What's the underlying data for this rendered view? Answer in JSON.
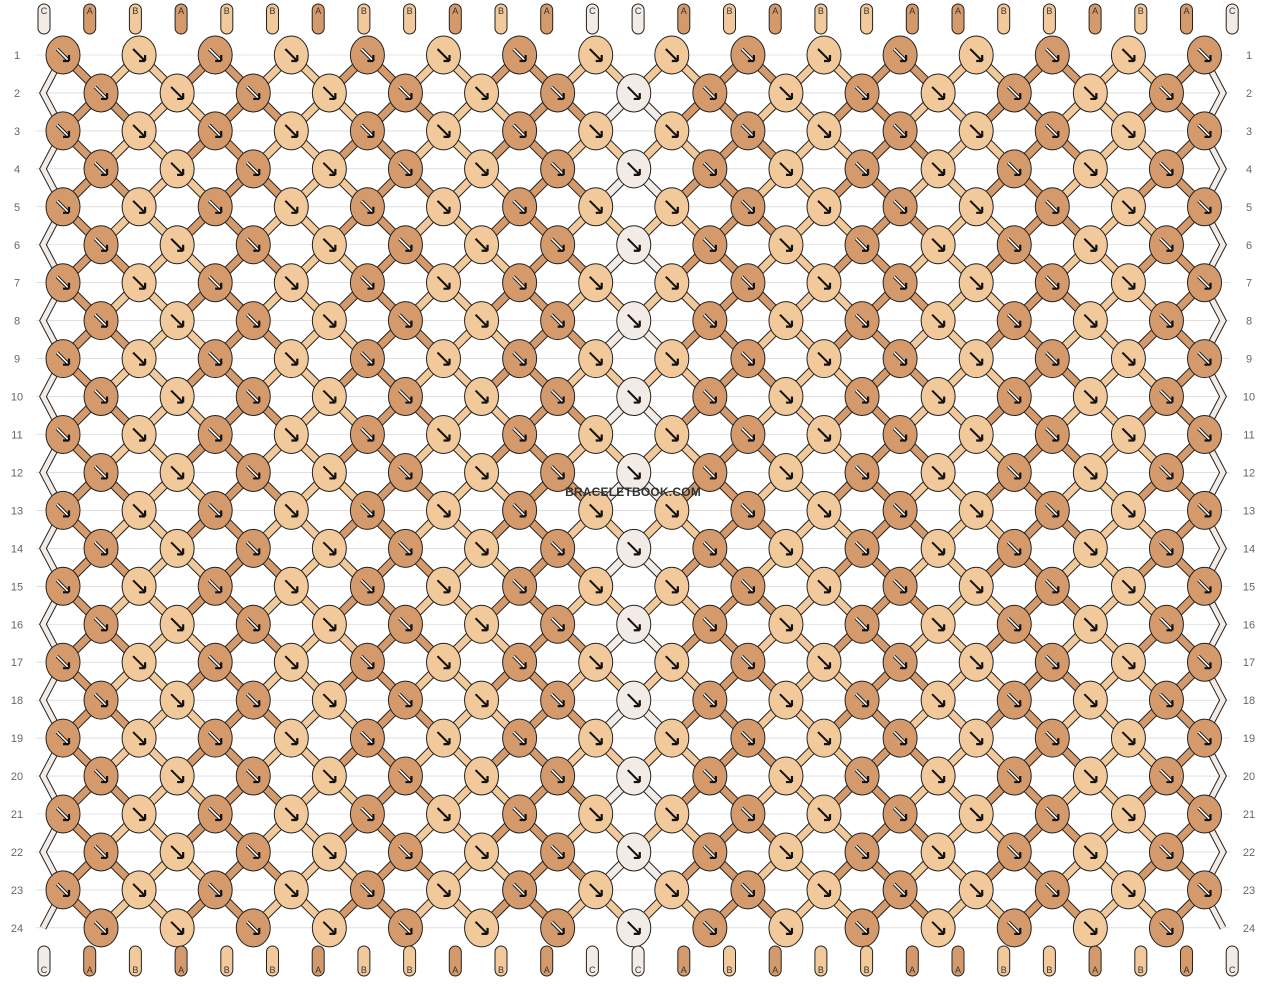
{
  "watermark": "BRACELETBOOK.COM",
  "row_labels": [
    "1",
    "2",
    "3",
    "4",
    "5",
    "6",
    "7",
    "8",
    "9",
    "10",
    "11",
    "12",
    "13",
    "14",
    "15",
    "16",
    "17",
    "18",
    "19",
    "20",
    "21",
    "22",
    "23",
    "24"
  ],
  "top_strands": [
    "C",
    "A",
    "B",
    "A",
    "B",
    "B",
    "A",
    "B",
    "B",
    "A",
    "B",
    "A",
    "C",
    "C",
    "A",
    "B",
    "A",
    "B",
    "B",
    "A",
    "A",
    "B",
    "B",
    "A",
    "B",
    "A",
    "C"
  ],
  "bottom_strands": [
    "C",
    "A",
    "B",
    "A",
    "B",
    "B",
    "A",
    "B",
    "B",
    "A",
    "B",
    "A",
    "C",
    "C",
    "A",
    "B",
    "A",
    "B",
    "B",
    "A",
    "A",
    "B",
    "B",
    "A",
    "B",
    "A",
    "C"
  ],
  "colors": {
    "A": "#d59a6b",
    "B": "#f2c99a",
    "C": "#f3ebe6",
    "outline": "#222222",
    "grid_line": "#cccccc",
    "row_label": "#666666"
  },
  "knot_symbols": {
    "f": "forward (↘)",
    "b": "backward (↙)",
    "fb": "forward-backward",
    "bf": "backward-forward"
  }
}
